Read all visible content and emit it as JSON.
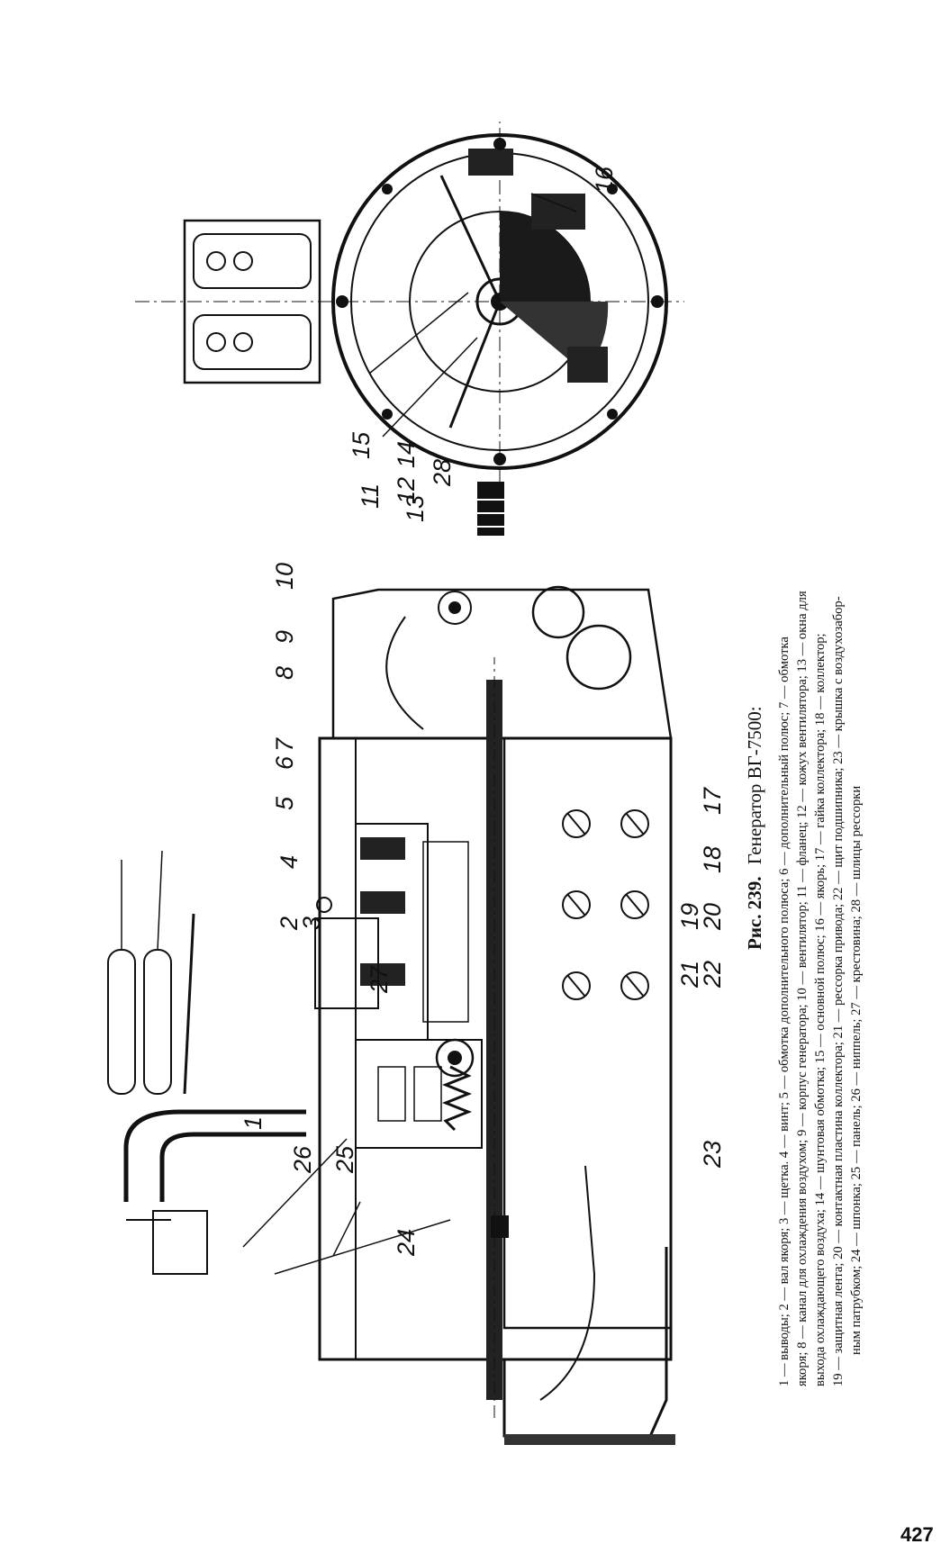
{
  "figure": {
    "number": "Рис. 239.",
    "title": "Генератор ВГ-7500:",
    "callouts": [
      "1",
      "2",
      "3",
      "4",
      "5",
      "6",
      "7",
      "8",
      "9",
      "10",
      "11",
      "12",
      "13",
      "14",
      "15",
      "16",
      "17",
      "18",
      "19",
      "20",
      "21",
      "22",
      "23",
      "24",
      "25",
      "26",
      "27",
      "28"
    ],
    "caption_lines": [
      "1 — выводы;  2 — вал якоря;  3 — щетка.  4 — винт;  5 — обмотка дополнительного полюса;  6 — дополнительный полюс;  7 — обмотка",
      "якоря; 8 — канал для охлаждения воздухом; 9 — корпус генератора; 10 — вентилятор; 11 — фланец; 12 — кожух вентилятора; 13 — окна для",
      "выхода охлаждающего воздуха; 14 — шунтовая обмотка; 15 — основной полюс; 16 — якорь; 17 — гайка коллектора; 18 — коллектор;",
      "19 — защитная лента; 20 — контактная пластина коллектора; 21 — рессорка привода; 22 — щит подшипника; 23 — крышка с воздухозабор-",
      "ным патрубком; 24 — шпонка; 25 — панель; 26 — ниппель; 27 — крестовина; 28 — шлицы рессорки"
    ]
  },
  "page_number": "427"
}
